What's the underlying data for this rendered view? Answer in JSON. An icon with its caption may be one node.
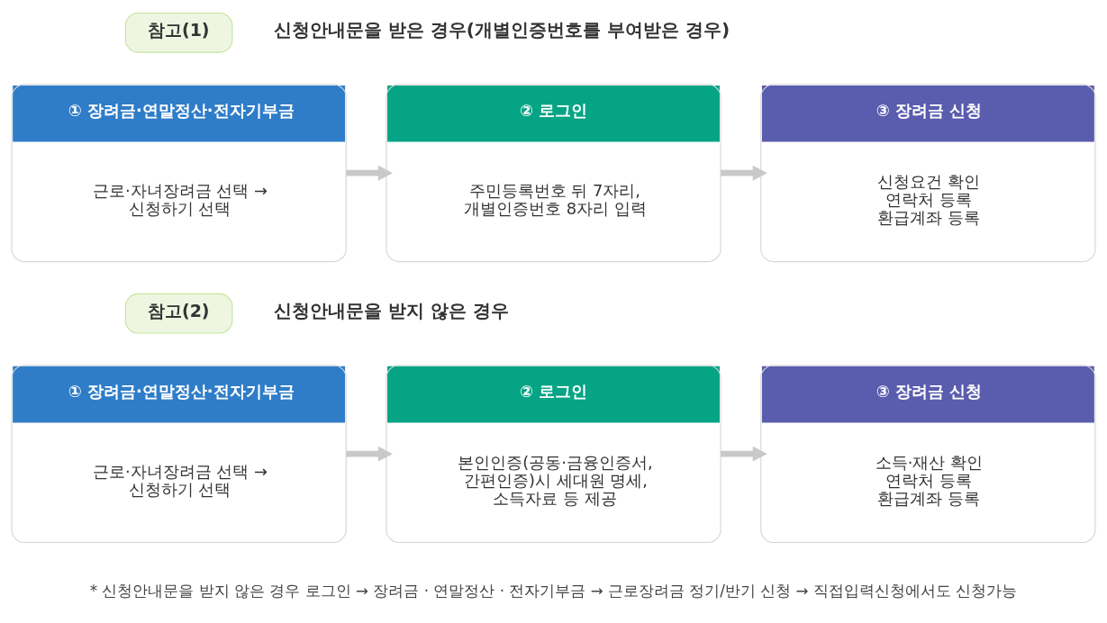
{
  "diagram": {
    "nodes": [
      {
        "text": [
          "참고(1)"
        ],
        "beside": [
          "신청안내문을 받은 경우(개별인증번호를 부여받은 경우)"
        ]
      },
      {
        "text": [
          "① 장려금·연말정산·전자기부금",
          "근로·자녀장려금 선택 → 신청하기 선택"
        ]
      },
      {
        "text": [
          "② 로그인",
          "주민등록번호 뒤 7자리, 개별인증번호 8자리 입력"
        ]
      },
      {
        "text": [
          "③ 장려금 신청",
          "신청요건 확인 연락처 등록 환급계좌 등록"
        ]
      },
      {
        "text": [
          "참고(2)"
        ],
        "beside": [
          "신청안내문을 받지 않은 경우"
        ]
      },
      {
        "text": [
          "① 장려금·연말정산·전자기부금",
          "근로·자녀장려금 선택 → 신청하기 선택"
        ]
      },
      {
        "text": [
          "② 로그인",
          "본인인증(공동·금융인증서, 간편인증)시 세대원 명세, 소득자료 등 제공"
        ]
      },
      {
        "text": [
          "③ 장려금 신청",
          "소득·재산 확인 연락처 등록 환급계좌 등록"
        ]
      }
    ],
    "edges": [
      {
        "from": 1,
        "to": 2,
        "arrow": "to"
      },
      {
        "from": 2,
        "to": 3,
        "arrow": "to"
      },
      {
        "from": 5,
        "to": 6,
        "arrow": "to"
      },
      {
        "from": 6,
        "to": 7,
        "arrow": "to"
      }
    ],
    "labels": [
      "* 신청안내문을 받지 않은 경우 로그인 → 장려금 · 연말정산 · 전자기부금 → 근로장려금 정기/반기 신청 → 직접입력신청에서도 신청가능"
    ]
  }
}
